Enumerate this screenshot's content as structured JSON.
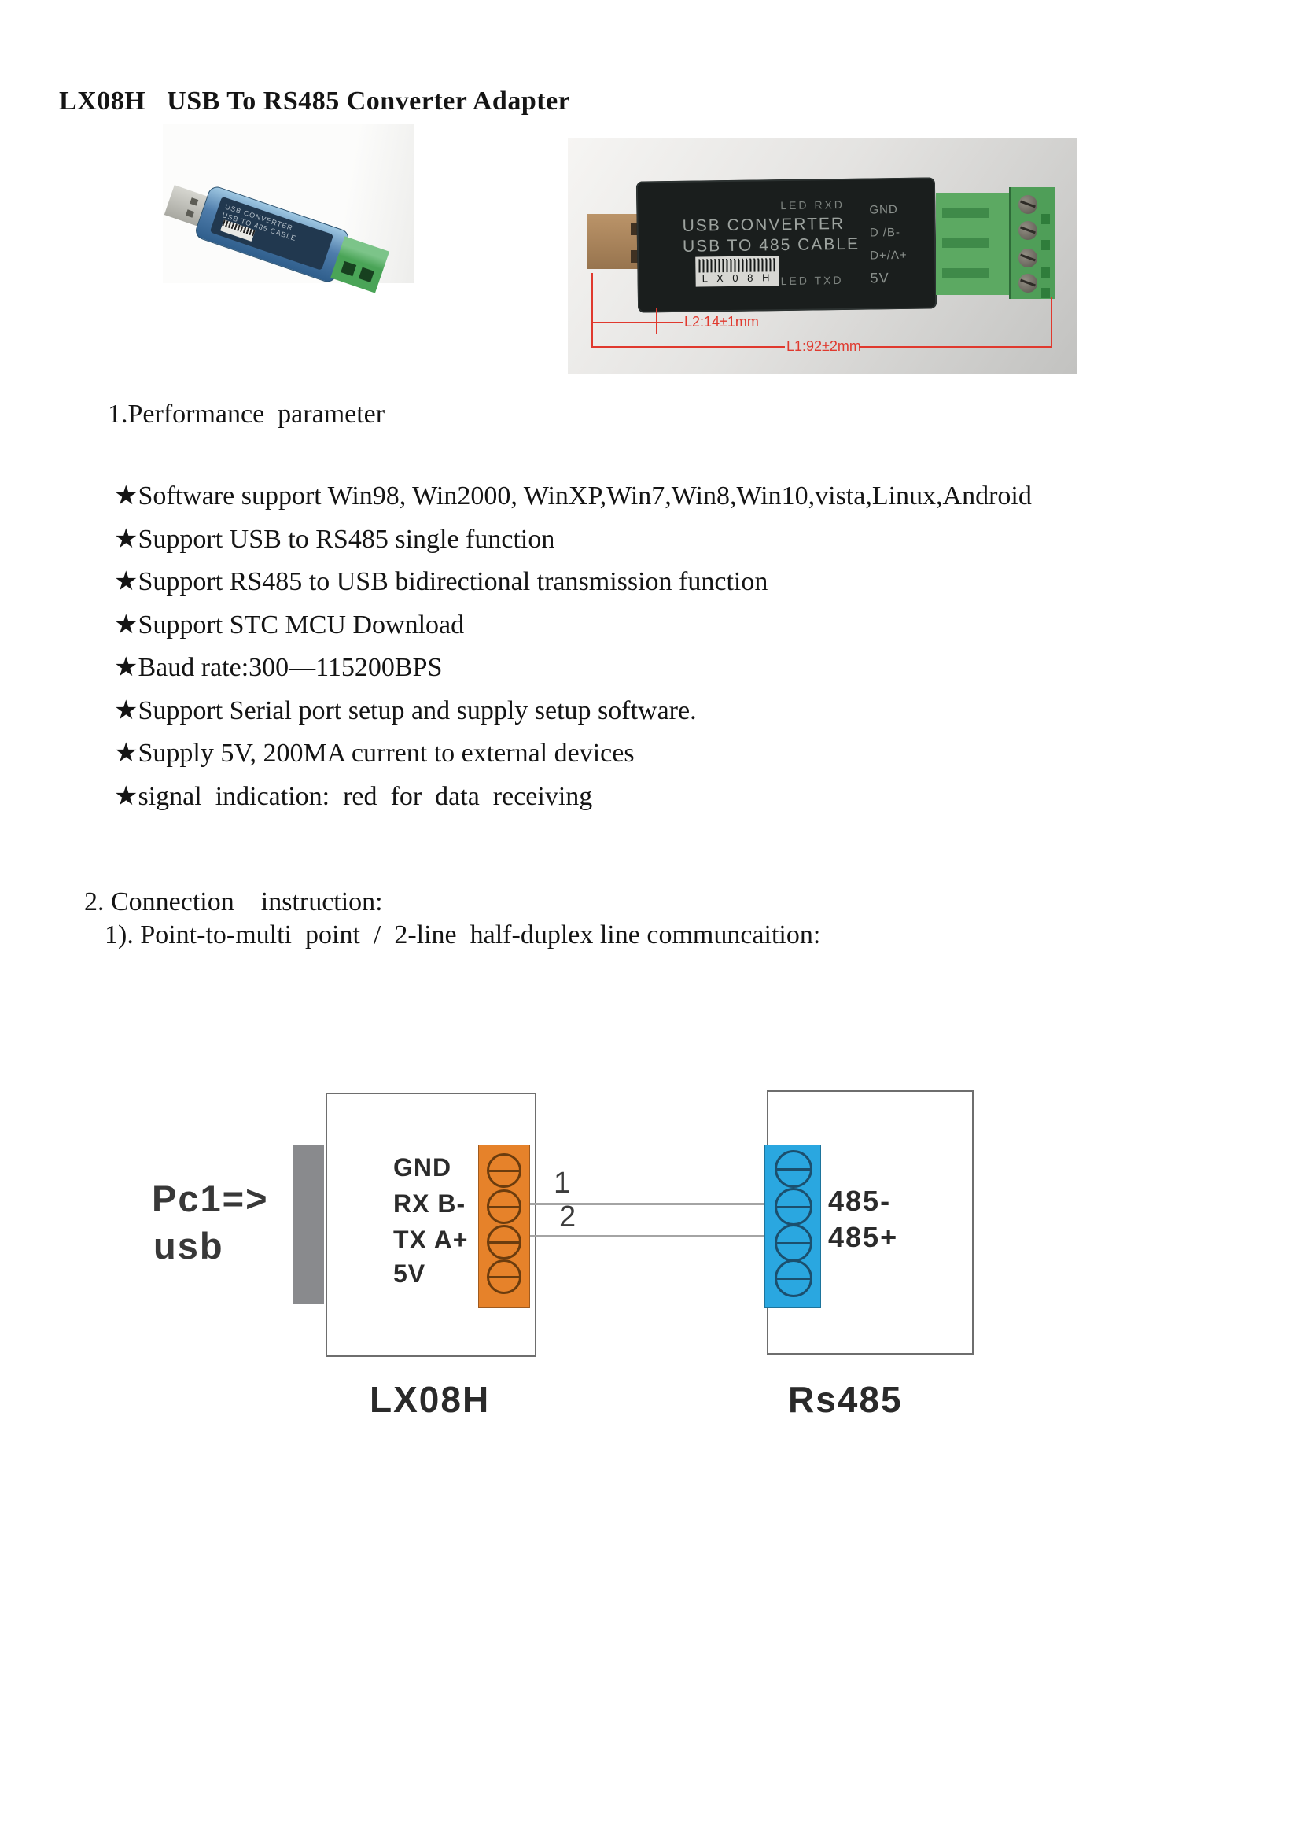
{
  "doc": {
    "title": "LX08H   USB To RS485 Converter Adapter"
  },
  "photo1": {
    "label_line1": "USB CONVERTER",
    "label_line2": "USB TO 485 CABLE"
  },
  "photo2": {
    "led_rxd": "LED  RXD",
    "label_line1": "USB CONVERTER",
    "label_line2": "USB TO 485 CABLE",
    "barcode_text": "L X 0 8 H",
    "led_txd": "LED  TXD",
    "pins": [
      "GND",
      "D /B-",
      "D+/A+",
      "5V"
    ],
    "dim_l2": "L2:14±1mm",
    "dim_l1": "L1:92±2mm"
  },
  "section1": {
    "heading": "1.Performance  parameter",
    "items": [
      "★Software support Win98, Win2000, WinXP,Win7,Win8,Win10,vista,Linux,Android",
      "★Support USB to RS485 single function",
      "★Support RS485 to USB bidirectional transmission function",
      "★Support STC MCU Download",
      "★Baud rate:300—115200BPS",
      "★Support Serial port setup and supply setup software.",
      "★Supply 5V, 200MA current to external devices",
      "★signal  indication:  red  for  data  receiving"
    ]
  },
  "section2": {
    "heading": "2. Connection    instruction:",
    "subheading": "1). Point-to-multi  point  /  2-line  half-duplex line communcaition:"
  },
  "diagram": {
    "pc_line1": "Pc1=>",
    "pc_line2": "usb",
    "lx08h_pins": [
      "GND",
      "RX B-",
      "TX A+",
      "5V"
    ],
    "wire1_label": "1",
    "wire2_label": "2",
    "rs485_pins": [
      "485-",
      "485+"
    ],
    "lx08h_caption": "LX08H",
    "rs485_caption": "Rs485",
    "colors": {
      "orange_terminal": "#e6822a",
      "blue_terminal": "#2aa7e0",
      "usb_plug_gray": "#898a8d",
      "dimension_red": "#e0392e"
    }
  }
}
